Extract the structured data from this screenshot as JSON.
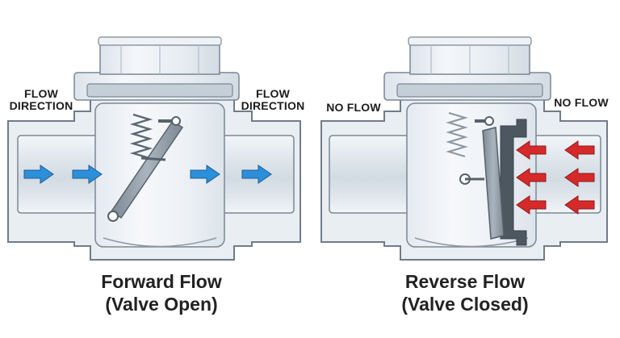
{
  "left": {
    "label_in_1": "FLOW",
    "label_in_2": "DIRECTION",
    "label_out_1": "FLOW",
    "label_out_2": "DIRECTION",
    "caption_1": "Forward Flow",
    "caption_2": "(Valve Open)"
  },
  "right": {
    "label_in": "NO FLOW",
    "label_out": "NO FLOW",
    "caption_1": "Reverse Flow",
    "caption_2": "(Valve Closed)"
  },
  "colors": {
    "forward_arrow": "#2c8fd9",
    "reverse_arrow": "#d62a2a",
    "outline": "#6f7c88",
    "body_fill": "#e9eef3",
    "disc": "#8a96a3"
  },
  "icons": {
    "forward": "arrow-right-icon",
    "reverse": "arrow-left-icon"
  }
}
